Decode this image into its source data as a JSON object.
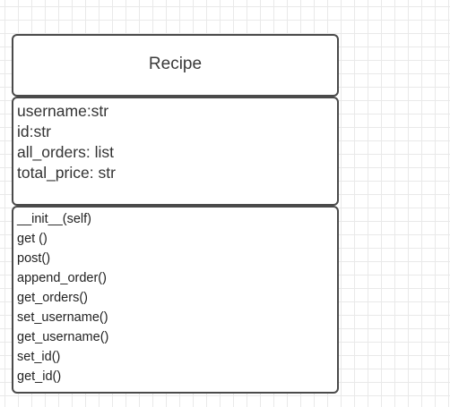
{
  "uml_class": {
    "name": "Recipe",
    "attributes": [
      "username:str",
      "id:str",
      "all_orders: list",
      "total_price: str"
    ],
    "methods": [
      "__init__(self)",
      "get ()",
      "post()",
      "append_order()",
      "get_orders()",
      "set_username()",
      "get_username()",
      "set_id()",
      "get_id()"
    ]
  },
  "colors": {
    "border": "#4a4a4a",
    "grid": "#e9e9e9",
    "background": "#ffffff"
  }
}
